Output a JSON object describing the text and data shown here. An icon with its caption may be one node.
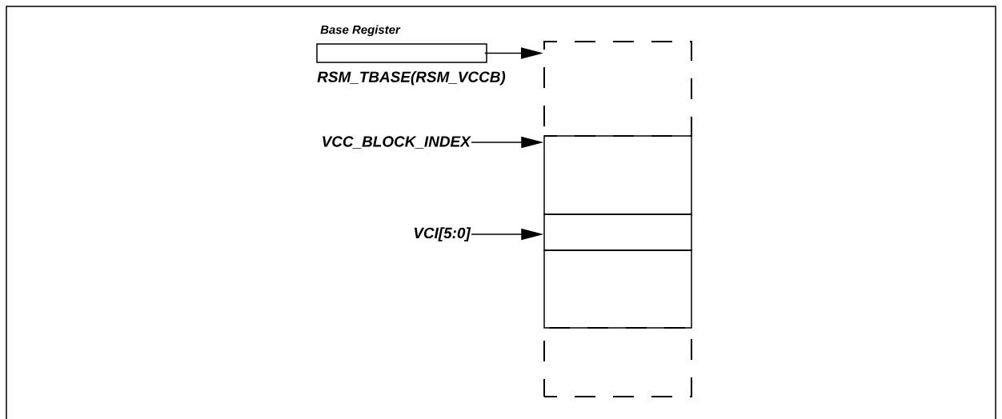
{
  "diagram": {
    "nodes": [
      {
        "text": [
          "Base Register",
          "RSM_TBASE(RSM_VCCB)"
        ]
      },
      {
        "text": [
          "VCC_BLOCK_INDEX"
        ]
      },
      {
        "text": [
          "VCI[5:0]"
        ]
      },
      {
        "text": [],
        "shape": "box"
      },
      {
        "text": [],
        "shape": "box"
      },
      {
        "text": [],
        "shape": "box"
      },
      {
        "text": [],
        "shape": "box"
      },
      {
        "text": [],
        "shape": "box"
      }
    ],
    "edges": [
      {
        "from": 0,
        "to": 3,
        "arrow": "to"
      },
      {
        "from": 1,
        "to": 4,
        "arrow": "to"
      },
      {
        "from": 2,
        "to": 5,
        "arrow": "to"
      }
    ]
  }
}
